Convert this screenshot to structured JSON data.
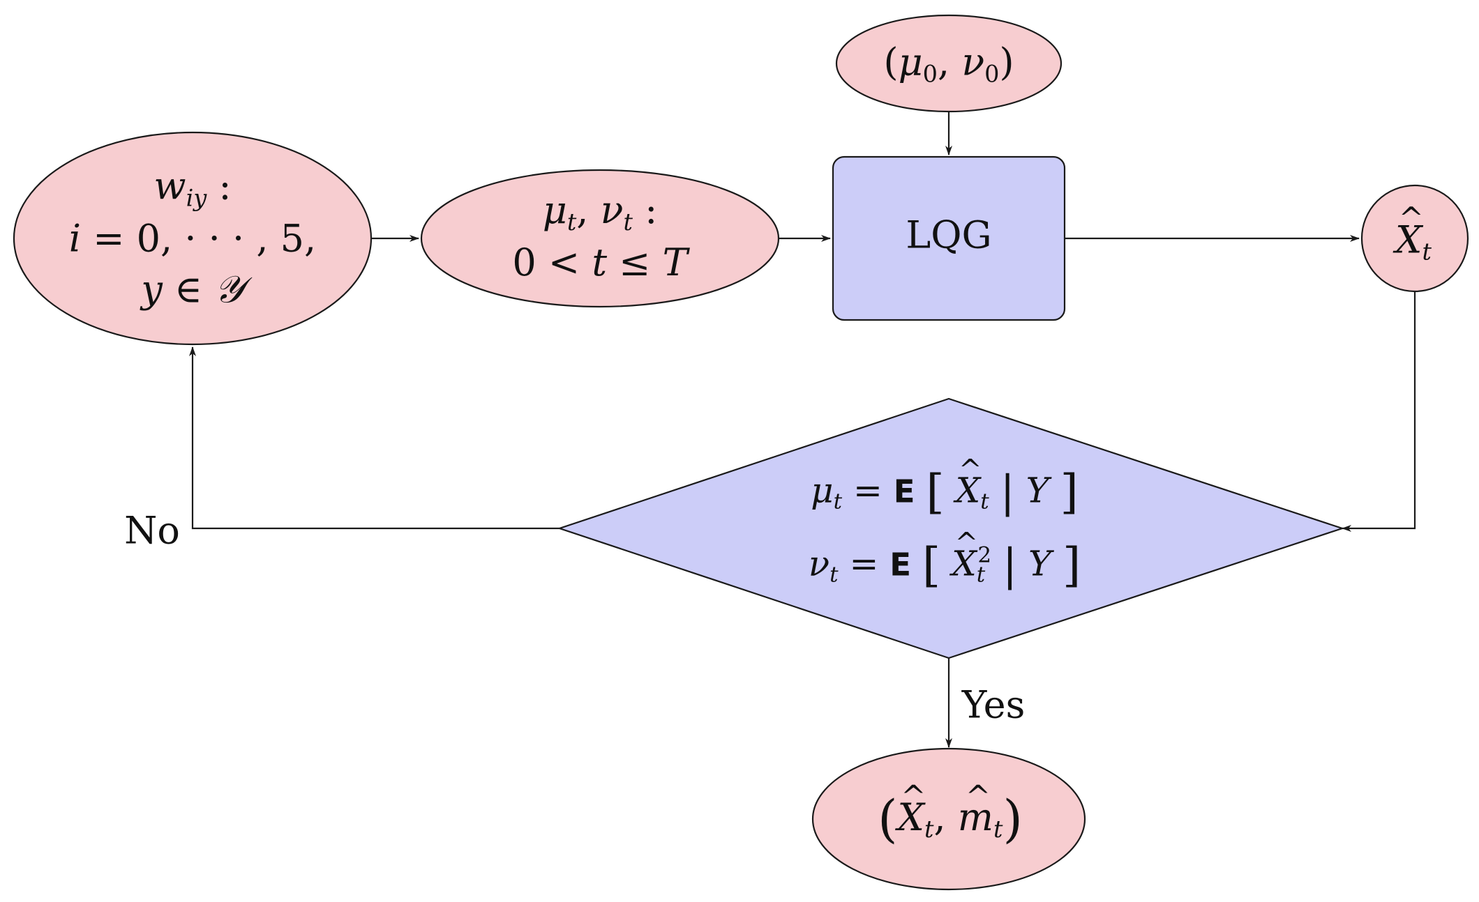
{
  "colors": {
    "ellipse_fill": "#f7cdd0",
    "box_fill": "#cccdf8",
    "stroke": "#1a1a1a"
  },
  "nodes": {
    "weights": {
      "line1": {
        "var": "w",
        "sub": "iy",
        "suffix": " :"
      },
      "line2": {
        "lhs": "i",
        "rhs": " = 0, · · · , 5,"
      },
      "line3": {
        "lhs": "y",
        "op": " ∈ ",
        "set": "𝒴"
      }
    },
    "params": {
      "line1": {
        "a": "μ",
        "a_sub": "t",
        "sep": ", ",
        "b": "ν",
        "b_sub": "t",
        "suffix": " :"
      },
      "line2": {
        "text_pre": "0 < ",
        "t": "t",
        "mid": " ≤ ",
        "T": "T"
      }
    },
    "init": {
      "open": "(",
      "a": "μ",
      "a_sub": "0",
      "sep": ", ",
      "b": "ν",
      "b_sub": "0",
      "close": ")"
    },
    "lqg": {
      "label": "LQG"
    },
    "estimate": {
      "var": "X",
      "sub": "t"
    },
    "decision": {
      "line1": {
        "lhs": "μ",
        "lhs_sub": "t",
        "eq": " = ",
        "op": "E",
        "open": "[",
        "x": "X",
        "x_sub": "t",
        "bar": "|",
        "cond": "Y",
        "close": "]"
      },
      "line2": {
        "lhs": "ν",
        "lhs_sub": "t",
        "eq": " = ",
        "op": "E",
        "open": "[",
        "x": "X",
        "x_sub": "t",
        "x_sup": "2",
        "bar": "|",
        "cond": "Y",
        "close": "]"
      }
    },
    "output": {
      "open": "(",
      "x": "X",
      "x_sub": "t",
      "sep": ", ",
      "m": "m",
      "m_sub": "t",
      "close": ")"
    }
  },
  "edges": {
    "no_label": "No",
    "yes_label": "Yes"
  }
}
